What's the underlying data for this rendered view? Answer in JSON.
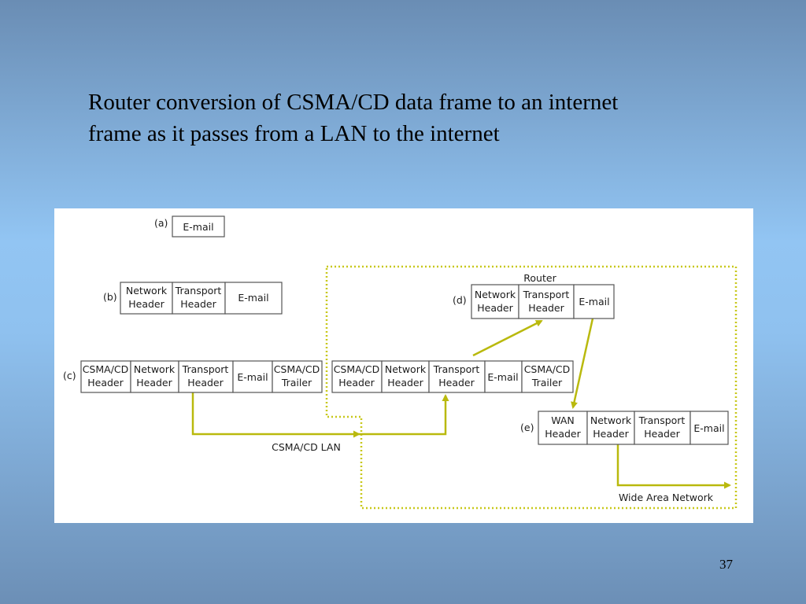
{
  "slide": {
    "title_line1": "Router conversion of CSMA/CD data frame to an internet",
    "title_line2": "frame as it passes from a LAN to the internet",
    "page_number": "37"
  },
  "diagram": {
    "colors": {
      "arrow": "#b9b90d",
      "dotted_boundary": "#c8c81a",
      "box_border": "#555555"
    },
    "rows": {
      "a": {
        "label": "(a)",
        "fields": [
          [
            "E-mail"
          ]
        ]
      },
      "b": {
        "label": "(b)",
        "fields": [
          [
            "Network",
            "Header"
          ],
          [
            "Transport",
            "Header"
          ],
          [
            "E-mail"
          ]
        ]
      },
      "c": {
        "label": "(c)",
        "fields": [
          [
            "CSMA/CD",
            "Header"
          ],
          [
            "Network",
            "Header"
          ],
          [
            "Transport",
            "Header"
          ],
          [
            "E-mail"
          ],
          [
            "CSMA/CD",
            "Trailer"
          ]
        ]
      },
      "c2": {
        "fields": [
          [
            "CSMA/CD",
            "Header"
          ],
          [
            "Network",
            "Header"
          ],
          [
            "Transport",
            "Header"
          ],
          [
            "E-mail"
          ],
          [
            "CSMA/CD",
            "Trailer"
          ]
        ]
      },
      "d": {
        "label": "(d)",
        "fields": [
          [
            "Network",
            "Header"
          ],
          [
            "Transport",
            "Header"
          ],
          [
            "E-mail"
          ]
        ]
      },
      "e": {
        "label": "(e)",
        "fields": [
          [
            "WAN",
            "Header"
          ],
          [
            "Network",
            "Header"
          ],
          [
            "Transport",
            "Header"
          ],
          [
            "E-mail"
          ]
        ]
      }
    },
    "labels": {
      "router": "Router",
      "lan": "CSMA/CD LAN",
      "wan": "Wide Area Network"
    }
  }
}
